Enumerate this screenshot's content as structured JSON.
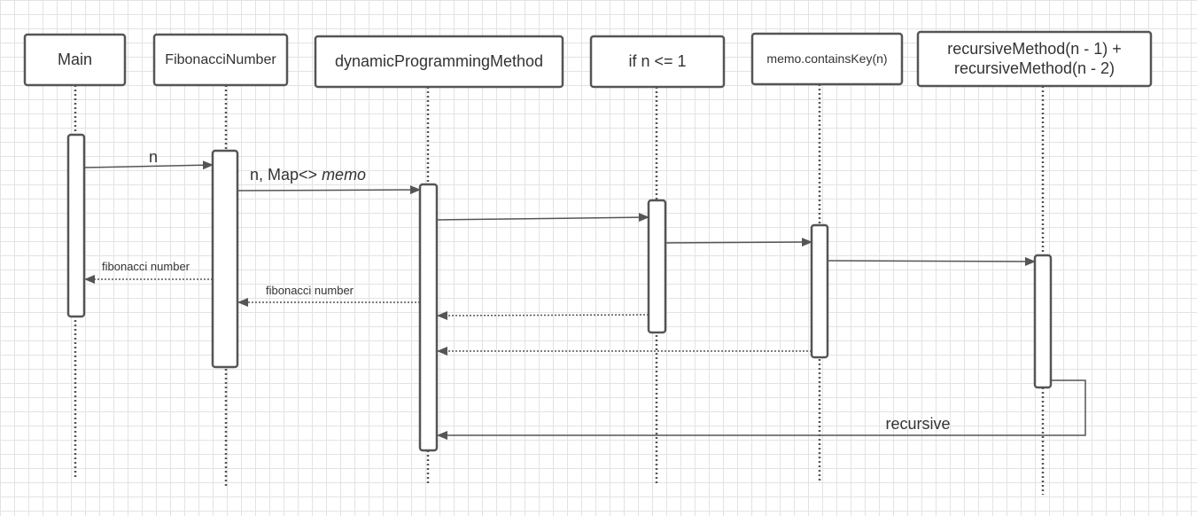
{
  "participants": [
    {
      "id": "main",
      "label": "Main"
    },
    {
      "id": "fib",
      "label": "FibonacciNumber"
    },
    {
      "id": "dpm",
      "label": "dynamicProgrammingMethod"
    },
    {
      "id": "ifn",
      "label": "if n <= 1"
    },
    {
      "id": "memo",
      "label": "memo.containsKey(n)"
    },
    {
      "id": "rec",
      "label_lines": [
        "recursiveMethod(n - 1) +",
        "recursiveMethod(n - 2)"
      ]
    }
  ],
  "messages": {
    "main_to_fib": "n",
    "fib_to_dpm_plain": "n, Map<> ",
    "fib_to_dpm_italic": "memo",
    "fib_return": "fibonacci number",
    "dpm_return": "fibonacci number",
    "recursive": "recursive"
  },
  "colors": {
    "stroke": "#555555",
    "text": "#333333",
    "fill": "#ffffff"
  }
}
